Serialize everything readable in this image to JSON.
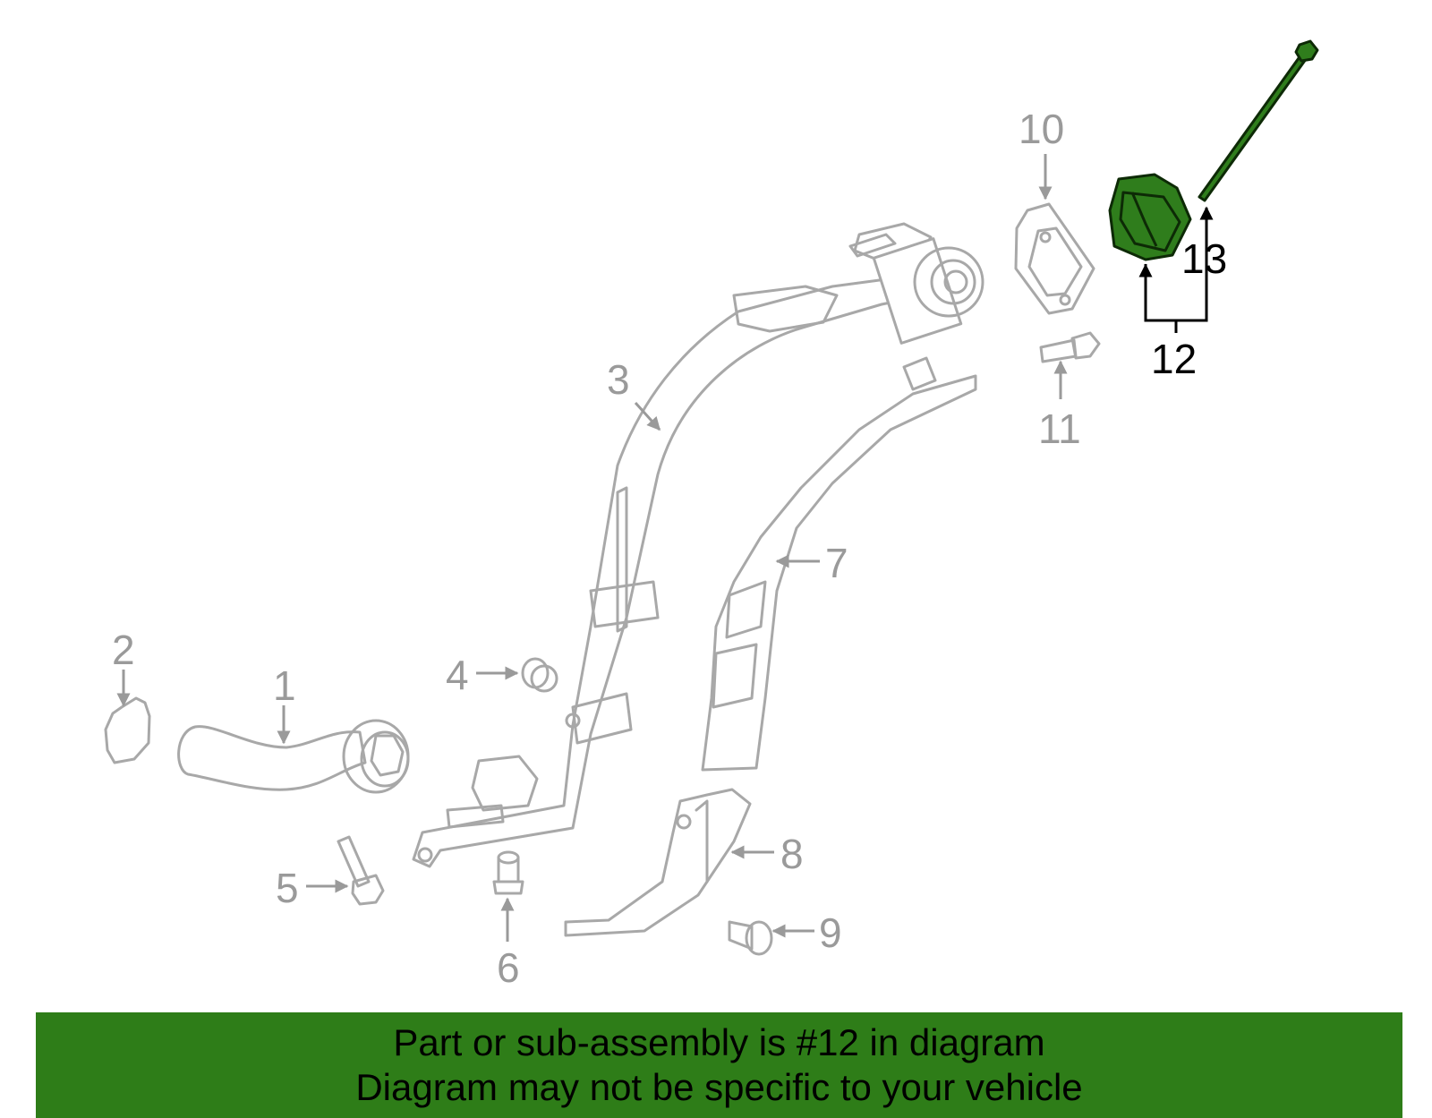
{
  "callouts": {
    "c1": "1",
    "c2": "2",
    "c3": "3",
    "c4": "4",
    "c5": "5",
    "c6": "6",
    "c7": "7",
    "c8": "8",
    "c9": "9",
    "c10": "10",
    "c11": "11",
    "c12": "12",
    "c13": "13"
  },
  "highlighted_part": "12",
  "colors": {
    "highlight": "#2f7d1c",
    "banner": "#2e7d18",
    "parts": "#a8a8a8",
    "callout_grey": "#9a9a9a"
  },
  "banner": {
    "line1": "Part or sub-assembly is #12 in diagram",
    "line2": "Diagram may not be specific to your vehicle"
  }
}
